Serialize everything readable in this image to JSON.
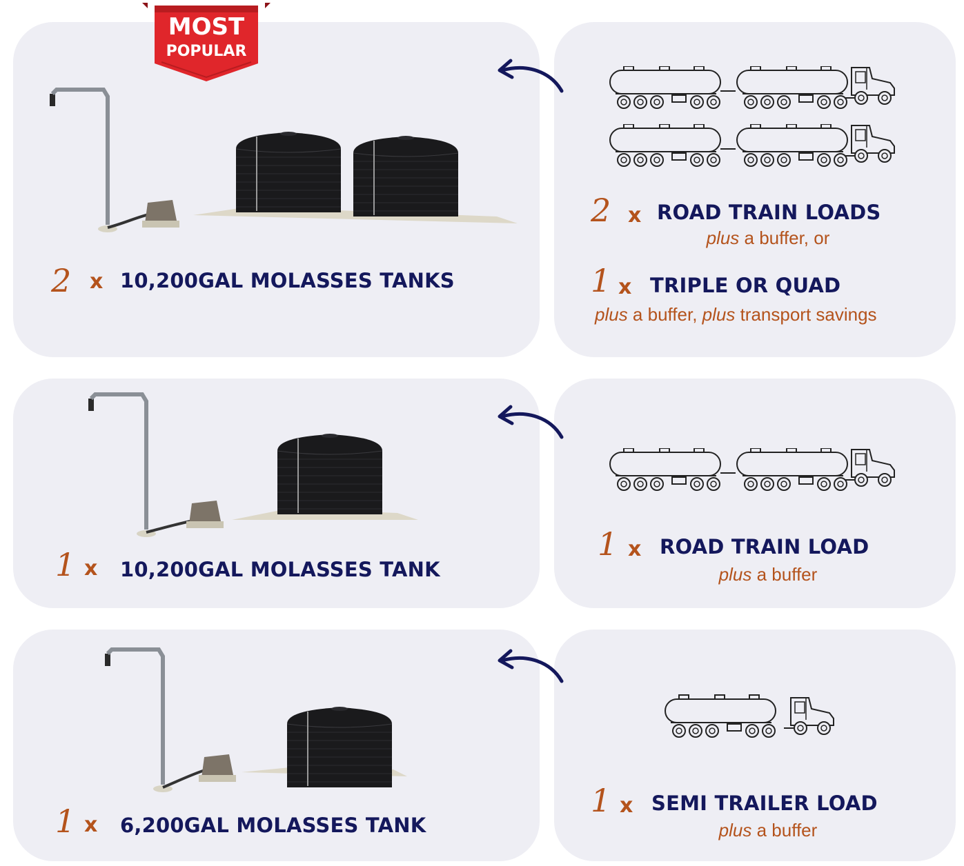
{
  "badge": {
    "line1": "MOST",
    "line2": "POPULAR",
    "color": "#e0262b"
  },
  "colors": {
    "card_bg": "#eeeef4",
    "navy": "#14185c",
    "accent": "#b4531c"
  },
  "rows": [
    {
      "left": {
        "qty": "2",
        "times": "x",
        "title": "10,200GAL MOLASSES TANKS"
      },
      "right": [
        {
          "qty": "2",
          "times": "x",
          "title": "ROAD TRAIN LOADS",
          "plus1": "plus",
          "rest1": " a buffer, or"
        },
        {
          "qty": "1",
          "times": "x",
          "title": "TRIPLE OR QUAD",
          "plus1": "plus",
          "rest1": " a buffer, ",
          "plus2": "plus",
          "rest2": " transport savings"
        }
      ]
    },
    {
      "left": {
        "qty": "1",
        "times": "x",
        "title": "10,200GAL MOLASSES TANK"
      },
      "right": [
        {
          "qty": "1",
          "times": "x",
          "title": "ROAD TRAIN LOAD",
          "plus1": "plus",
          "rest1": " a buffer"
        }
      ]
    },
    {
      "left": {
        "qty": "1",
        "times": "x",
        "title": "6,200GAL MOLASSES TANK"
      },
      "right": [
        {
          "qty": "1",
          "times": "x",
          "title": "SEMI TRAILER LOAD",
          "plus1": "plus",
          "rest1": " a buffer"
        }
      ]
    }
  ],
  "icons": {
    "arrow": "curved-arrow-left-icon",
    "truck": "tanker-truck-icon",
    "tank": "molasses-tank-icon"
  }
}
